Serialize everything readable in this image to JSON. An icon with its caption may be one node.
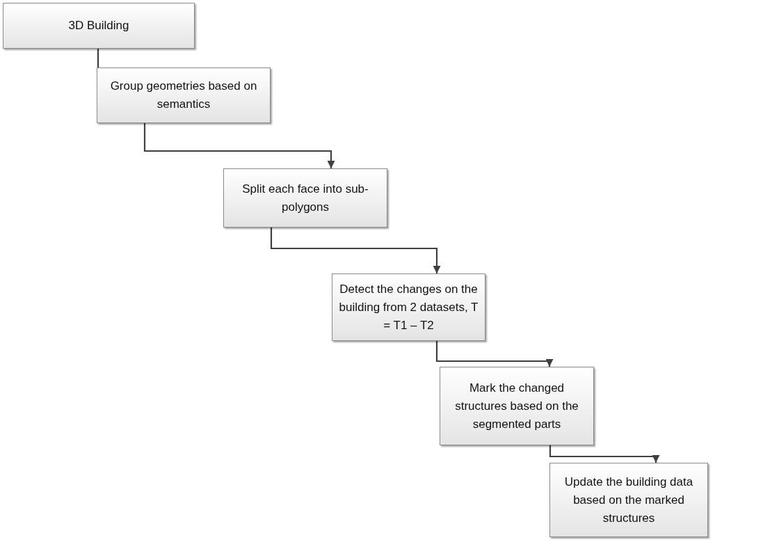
{
  "diagram": {
    "nodes": [
      {
        "text": [
          "3D Building"
        ]
      },
      {
        "text": [
          "Group geometries based on semantics"
        ]
      },
      {
        "text": [
          "Split each face into sub-polygons"
        ]
      },
      {
        "text": [
          "Detect the changes on the building from 2 datasets, T = T1 – T2"
        ]
      },
      {
        "text": [
          "Mark the changed structures based on the segmented parts"
        ]
      },
      {
        "text": [
          "Update the building data based on the marked structures"
        ]
      }
    ],
    "edges": [
      {
        "from": 0,
        "to": 1,
        "arrow": "to"
      },
      {
        "from": 1,
        "to": 2,
        "arrow": "to"
      },
      {
        "from": 2,
        "to": 3,
        "arrow": "to"
      },
      {
        "from": 3,
        "to": 4,
        "arrow": "to"
      },
      {
        "from": 4,
        "to": 5,
        "arrow": "to"
      }
    ]
  }
}
